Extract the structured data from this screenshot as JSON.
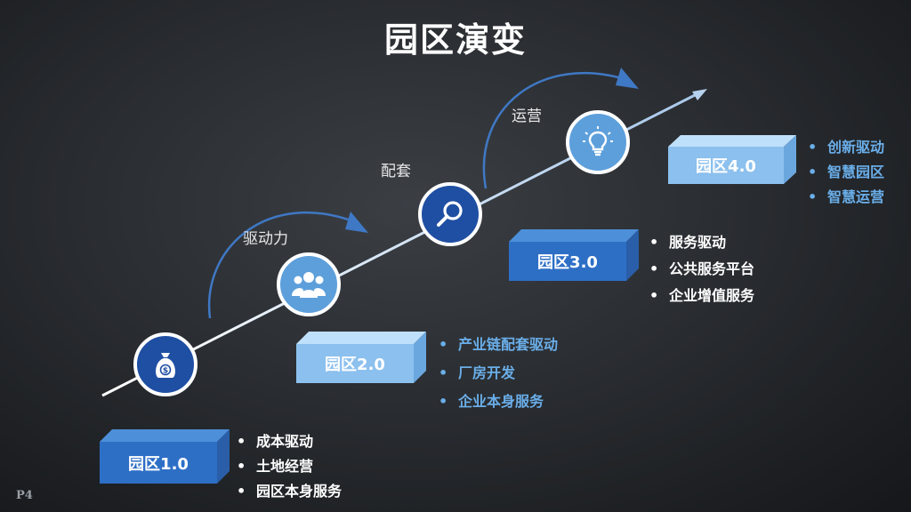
{
  "title": "园区演变",
  "page_number": "P4",
  "colors": {
    "dark_blue": "#1f4fa3",
    "medium_blue": "#2e6fc6",
    "light_blue": "#5d9fdb",
    "bullet_blue": "#6aaee9"
  },
  "arc_labels": {
    "stage1": "驱动力",
    "stage2": "配套",
    "stage3": "运营"
  },
  "icons": {
    "stage1": "money-bag-icon",
    "stage2": "people-group-icon",
    "stage3": "magnifier-icon",
    "stage4": "lightbulb-icon"
  },
  "stages": [
    {
      "label": "园区1.0",
      "points": [
        "成本驱动",
        "土地经营",
        "园区本身服务"
      ]
    },
    {
      "label": "园区2.0",
      "points": [
        "产业链配套驱动",
        "厂房开发",
        "企业本身服务"
      ]
    },
    {
      "label": "园区3.0",
      "points": [
        "服务驱动",
        "公共服务平台",
        "企业增值服务"
      ]
    },
    {
      "label": "园区4.0",
      "points": [
        "创新驱动",
        "智慧园区",
        "智慧运营"
      ]
    }
  ]
}
